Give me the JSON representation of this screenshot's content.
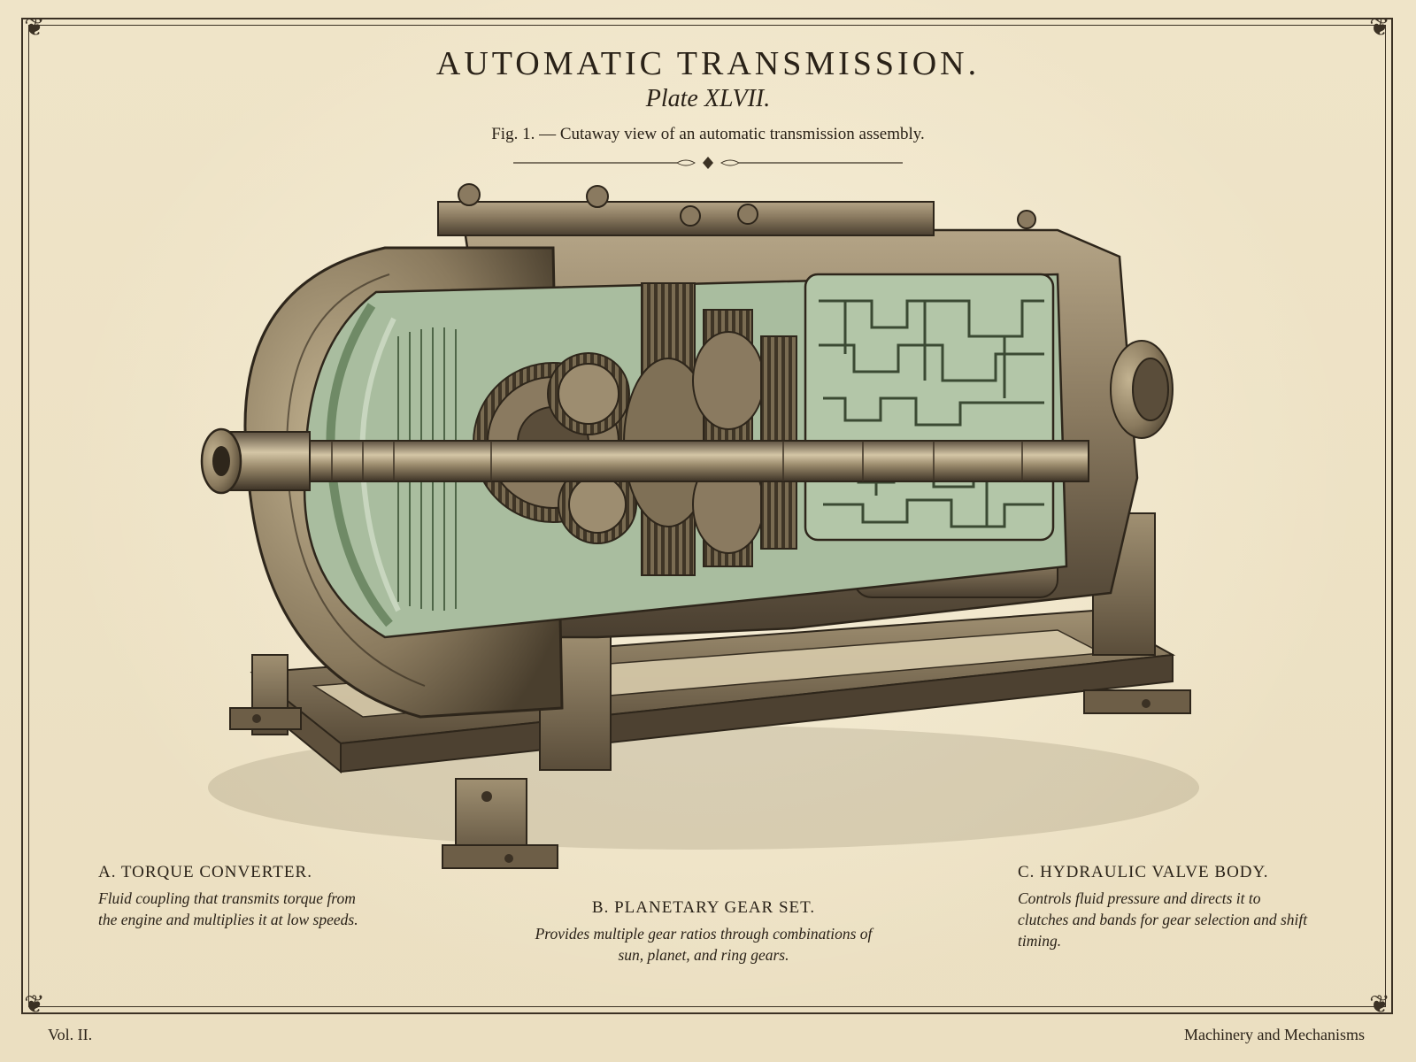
{
  "plate": {
    "title": "AUTOMATIC TRANSMISSION.",
    "plate_number": "Plate XLVII.",
    "figure_caption": "Fig. 1. — Cutaway view of an automatic transmission assembly."
  },
  "callouts": [
    {
      "heading": "A. TORQUE CONVERTER.",
      "text": "Fluid coupling that transmits torque from the engine and multiplies it at low speeds."
    },
    {
      "heading": "B. PLANETARY GEAR SET.",
      "text": "Provides multiple gear ratios through combinations of sun, planet, and ring gears."
    },
    {
      "heading": "C. HYDRAULIC VALVE BODY.",
      "text": "Controls fluid pressure and directs it to clutches and bands for gear selection and shift timing."
    }
  ],
  "footer": {
    "volume": "Vol. II.",
    "series": "Machinery and Mechanisms"
  },
  "colors": {
    "paper": "#efe4c8",
    "ink": "#2a2218",
    "metal": "#8a7a60",
    "metal_dark": "#4a3f30",
    "cutaway_green": "#9fb595"
  }
}
